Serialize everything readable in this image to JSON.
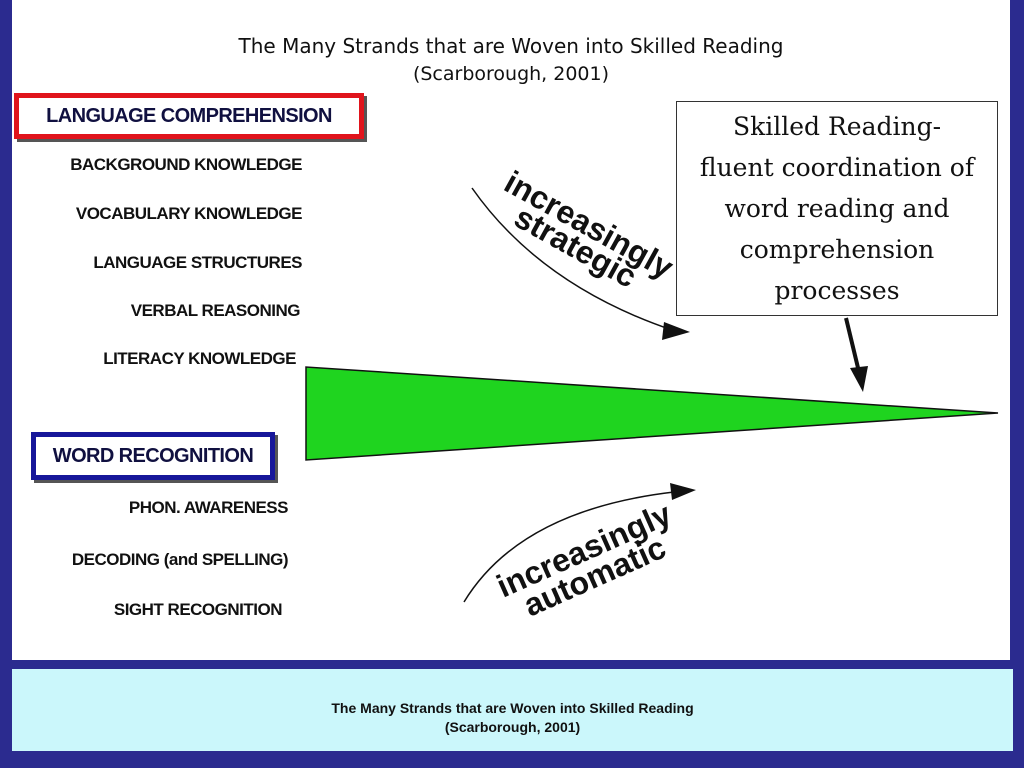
{
  "title": "The Many Strands that are Woven into Skilled Reading",
  "subtitle": "(Scarborough, 2001)",
  "language_comprehension": {
    "label": "LANGUAGE COMPREHENSION",
    "border_color": "#e0141c",
    "strands": [
      "BACKGROUND KNOWLEDGE",
      "VOCABULARY KNOWLEDGE",
      "LANGUAGE STRUCTURES",
      "VERBAL REASONING",
      "LITERACY KNOWLEDGE"
    ]
  },
  "word_recognition": {
    "label": "WORD RECOGNITION",
    "border_color": "#17179a",
    "strands": [
      "PHON. AWARENESS",
      "DECODING (and SPELLING)",
      "SIGHT RECOGNITION"
    ]
  },
  "skilled_reading": [
    "Skilled Reading-",
    "fluent coordination of",
    "word reading and",
    "comprehension",
    "processes"
  ],
  "arrow_top": [
    "increasingly",
    "strategic"
  ],
  "arrow_bottom": [
    "increasingly",
    "automatic"
  ],
  "caption": [
    "The Many Strands that are Woven into Skilled Reading",
    "(Scarborough, 2001)"
  ],
  "colors": {
    "background": "#2b2b8f",
    "wedge": "#1fd41f",
    "caption_bg": "#cbf7fb"
  }
}
